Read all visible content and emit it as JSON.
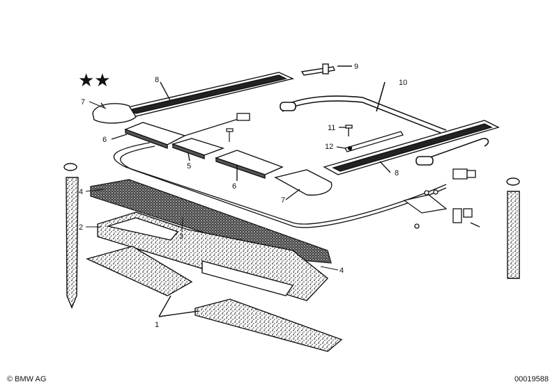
{
  "labels": {
    "l1": "1",
    "l2": "2",
    "l3": "3",
    "l4a": "4",
    "l4b": "4",
    "l5": "5",
    "l6a": "6",
    "l6b": "6",
    "l7a": "7",
    "l7b": "7",
    "l8a": "8",
    "l8b": "8",
    "l9": "9",
    "l10": "10",
    "l11": "11",
    "l12": "12"
  },
  "footer": {
    "copyright": "© BMW AG",
    "docnum": "00019588"
  },
  "marks": {
    "stars": "★★"
  },
  "colors": {
    "ink": "#1a1a1a",
    "paper": "#ffffff"
  }
}
